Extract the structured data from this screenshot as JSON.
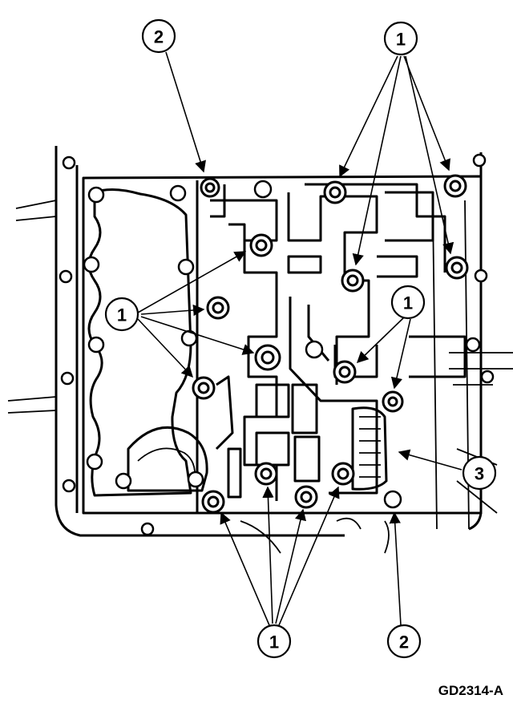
{
  "figure_id": "GD2314-A",
  "callouts": [
    {
      "id": "c2-top",
      "label": "2"
    },
    {
      "id": "c1-top",
      "label": "1"
    },
    {
      "id": "c1-left",
      "label": "1"
    },
    {
      "id": "c1-right",
      "label": "1"
    },
    {
      "id": "c3",
      "label": "3"
    },
    {
      "id": "c1-bottom",
      "label": "1"
    },
    {
      "id": "c2-bottom",
      "label": "2"
    }
  ],
  "colors": {
    "ink": "#000000",
    "paper": "#ffffff"
  }
}
